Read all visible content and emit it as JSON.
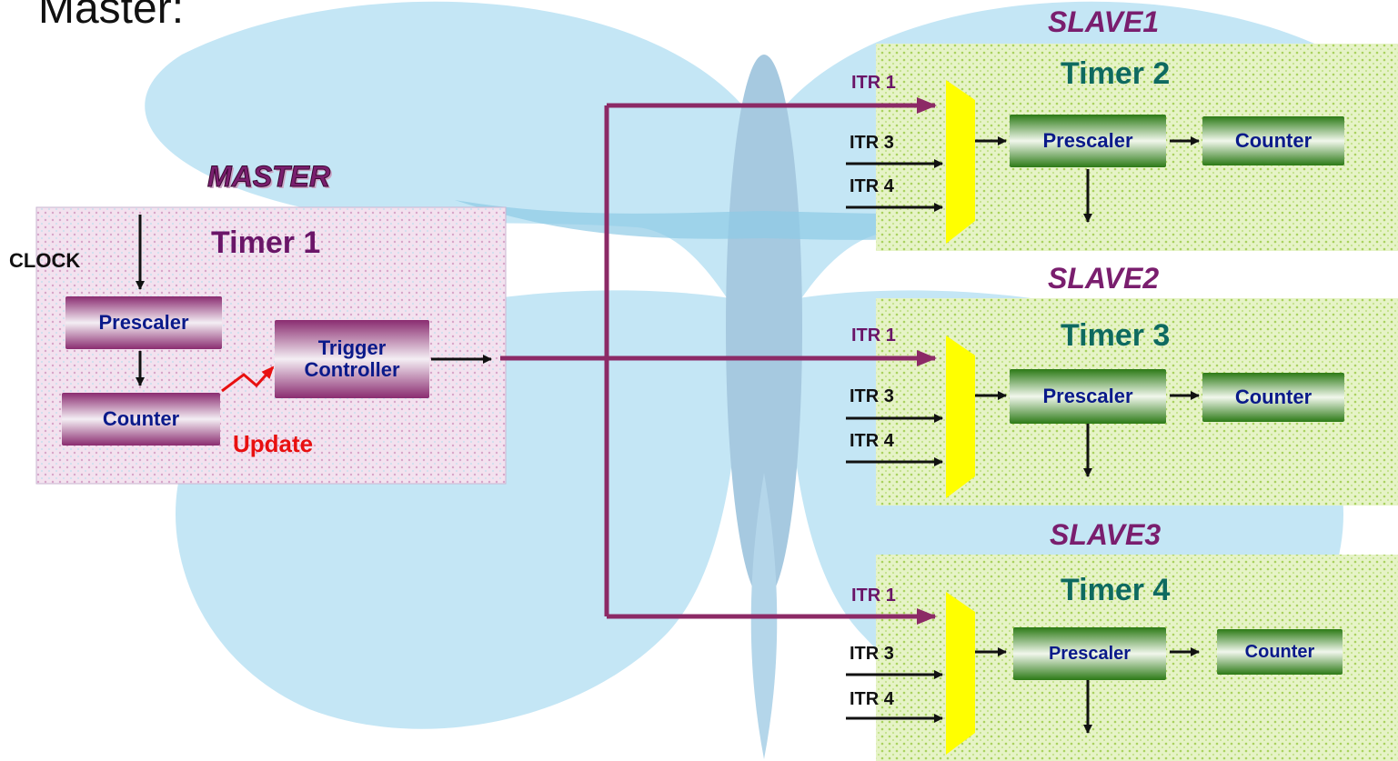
{
  "heading": "Master:",
  "master": {
    "role": "MASTER",
    "timer": "Timer 1",
    "clock_label": "CLOCK",
    "prescaler": "Prescaler",
    "counter": "Counter",
    "trigger_line1": "Trigger",
    "trigger_line2": "Controller",
    "update_label": "Update"
  },
  "slaves": [
    {
      "role": "SLAVE1",
      "timer": "Timer 2",
      "itr1": "ITR 1",
      "itr3": "ITR 3",
      "itr4": "ITR 4",
      "prescaler": "Prescaler",
      "counter": "Counter"
    },
    {
      "role": "SLAVE2",
      "timer": "Timer 3",
      "itr1": "ITR 1",
      "itr3": "ITR 3",
      "itr4": "ITR 4",
      "prescaler": "Prescaler",
      "counter": "Counter"
    },
    {
      "role": "SLAVE3",
      "timer": "Timer 4",
      "itr1": "ITR 1",
      "itr3": "ITR 3",
      "itr4": "ITR 4",
      "prescaler": "Prescaler",
      "counter": "Counter"
    }
  ],
  "colors": {
    "master_box": "#8a2c70",
    "slave_box": "#2c7a16",
    "trigger_line": "#8c2a66",
    "mux": "#ffff00",
    "update": "#e81010",
    "box_text": "#0a1a8a",
    "butterfly": "#c4e6f5"
  }
}
